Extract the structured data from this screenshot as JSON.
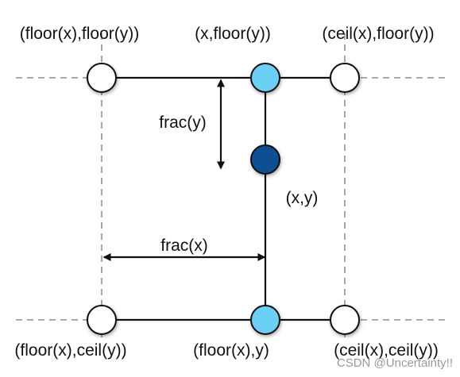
{
  "labels": {
    "top_left": "(floor(x),floor(y))",
    "top_mid": "(x,floor(y))",
    "top_right": "(ceil(x),floor(y))",
    "frac_y": "frac(y)",
    "point": "(x,y)",
    "frac_x": "frac(x)",
    "bottom_left": "(floor(x),ceil(y))",
    "bottom_mid": "(floor(x),y)",
    "bottom_right": "(ceil(x),ceil(y))"
  },
  "watermark": "CSDN @Uncertainty!!",
  "colors": {
    "line": "#111111",
    "guide": "#777777",
    "hollow_fill": "#ffffff",
    "light_fill": "#6ccff6",
    "dark_fill": "#0b4f93"
  }
}
